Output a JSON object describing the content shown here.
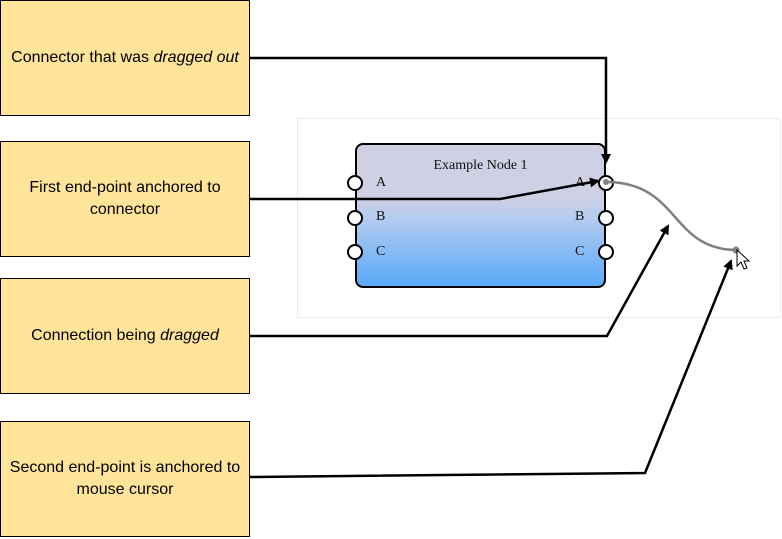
{
  "callouts": [
    {
      "id": "dragged-out",
      "text_before": "Connector that was ",
      "text_em": "dragged out",
      "text_after": ""
    },
    {
      "id": "first-endpoint",
      "text_before": "First end-point anchored to connector",
      "text_em": "",
      "text_after": ""
    },
    {
      "id": "connection-dragged",
      "text_before": "Connection being ",
      "text_em": "dragged",
      "text_after": ""
    },
    {
      "id": "second-endpoint",
      "text_before": "Second end-point is anchored to mouse cursor",
      "text_em": "",
      "text_after": ""
    }
  ],
  "node": {
    "title": "Example Node 1",
    "inputs": [
      "A",
      "B",
      "C"
    ],
    "outputs": [
      "A",
      "B",
      "C"
    ]
  },
  "colors": {
    "callout_fill": "#ffe499",
    "node_gradient_top": "#cfd0e3",
    "node_gradient_bottom": "#58aaf8",
    "connection": "#808080",
    "arrow": "#000000"
  }
}
